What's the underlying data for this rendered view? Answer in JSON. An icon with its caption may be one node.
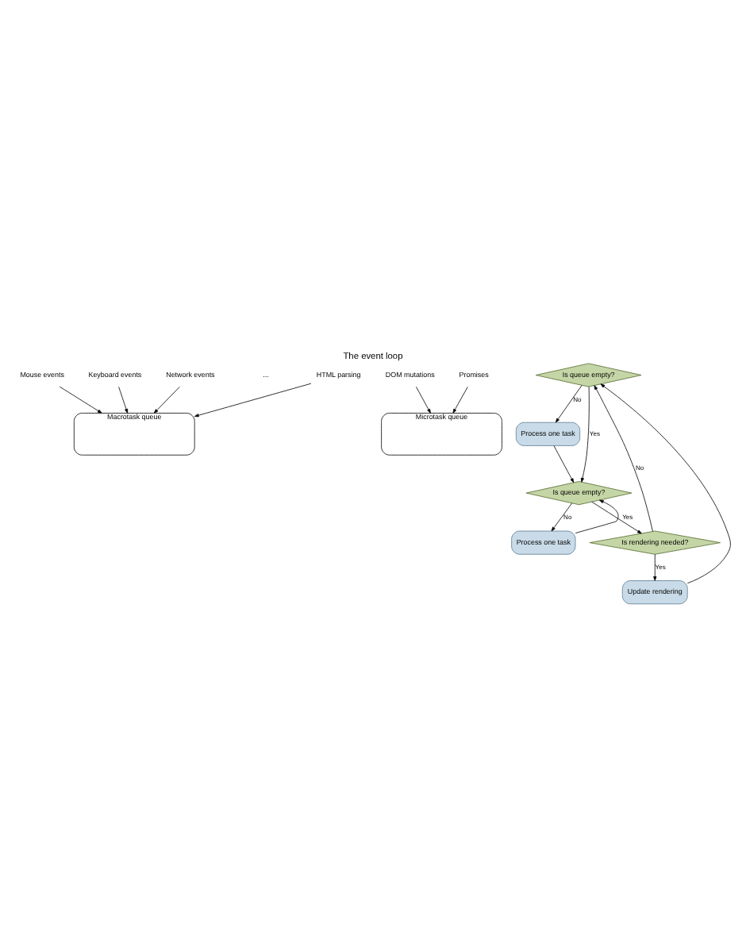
{
  "diagram": {
    "title": "The event loop",
    "nodes": [
      {
        "text": [
          "Macrotask queue"
        ]
      },
      {
        "text": [
          "Mouse events"
        ]
      },
      {
        "text": [
          "Keyboard events"
        ]
      },
      {
        "text": [
          "Network events"
        ]
      },
      {
        "text": [
          "HTML parsing"
        ]
      },
      {
        "text": [
          "Microtask queue"
        ]
      },
      {
        "text": [
          "DOM mutations"
        ]
      },
      {
        "text": [
          "Promises"
        ]
      },
      {
        "text": [
          "Is queue empty?"
        ]
      },
      {
        "text": [
          "Process one task"
        ]
      },
      {
        "text": [
          "Is queue empty?"
        ]
      },
      {
        "text": [
          "Process one task"
        ]
      },
      {
        "text": [
          "Is rendering needed?"
        ]
      },
      {
        "text": [
          "Update rendering"
        ]
      }
    ],
    "edges": [
      {
        "from": 1,
        "to": 0,
        "arrow": "to"
      },
      {
        "from": 2,
        "to": 0,
        "arrow": "to"
      },
      {
        "from": 3,
        "to": 0,
        "arrow": "to"
      },
      {
        "from": 4,
        "to": 0,
        "arrow": "to"
      },
      {
        "from": 6,
        "to": 5,
        "arrow": "to"
      },
      {
        "from": 7,
        "to": 5,
        "arrow": "to"
      },
      {
        "from": 8,
        "to": 9,
        "arrow": "to",
        "label": "No"
      },
      {
        "from": 9,
        "to": 10,
        "arrow": "to"
      },
      {
        "from": 8,
        "to": 10,
        "arrow": "to",
        "label": "Yes"
      },
      {
        "from": 10,
        "to": 11,
        "arrow": "to",
        "label": "No"
      },
      {
        "from": 11,
        "to": 10,
        "arrow": "to"
      },
      {
        "from": 10,
        "to": 12,
        "arrow": "to",
        "label": "Yes"
      },
      {
        "from": 12,
        "to": 13,
        "arrow": "to",
        "label": "Yes"
      },
      {
        "from": 12,
        "to": 8,
        "arrow": "to",
        "label": "No"
      },
      {
        "from": 13,
        "to": 8,
        "arrow": "to"
      }
    ],
    "labels": [
      "..."
    ]
  }
}
